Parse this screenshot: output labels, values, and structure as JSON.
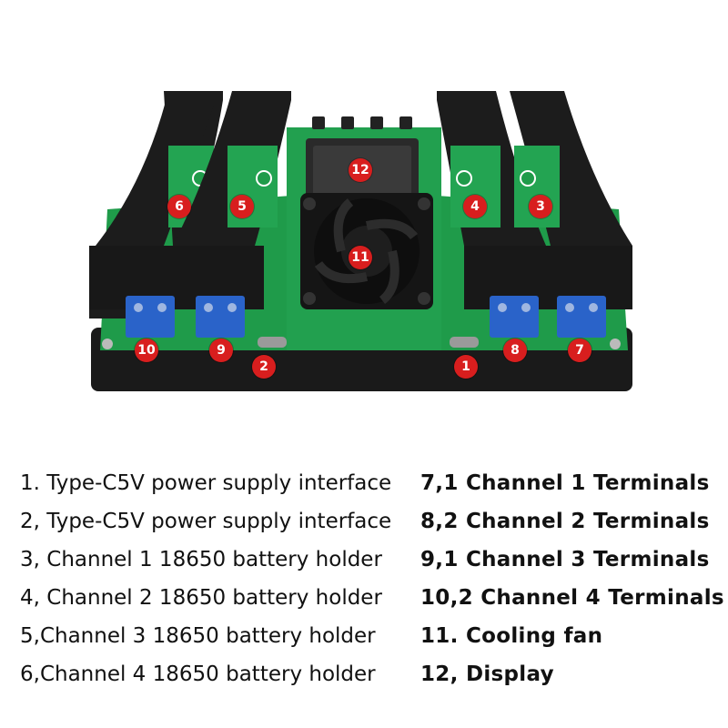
{
  "colors": {
    "pcb_green": "#1f9b4a",
    "holder_black": "#1c1c1c",
    "terminal_blue": "#2a63c9",
    "marker_red": "#d81e1e"
  },
  "markers": [
    {
      "label": "1"
    },
    {
      "label": "2"
    },
    {
      "label": "3"
    },
    {
      "label": "4"
    },
    {
      "label": "5"
    },
    {
      "label": "6"
    },
    {
      "label": "7"
    },
    {
      "label": "8"
    },
    {
      "label": "9"
    },
    {
      "label": "10"
    },
    {
      "label": "11"
    },
    {
      "label": "12"
    }
  ],
  "legend_left": [
    "1. Type-C5V power supply interface",
    "2, Type-C5V power supply interface",
    "3, Channel 1 18650 battery holder",
    "4, Channel 2  18650 battery holder",
    "5,Channel 3 18650 battery holder",
    "6,Channel 4  18650 battery holder"
  ],
  "legend_right": [
    "7,1 Channel  1 Terminals",
    "8,2 Channel 2  Terminals",
    "9,1 Channel 3 Terminals",
    "10,2 Channel 4 Terminals",
    "11. Cooling fan",
    "12, Display"
  ]
}
